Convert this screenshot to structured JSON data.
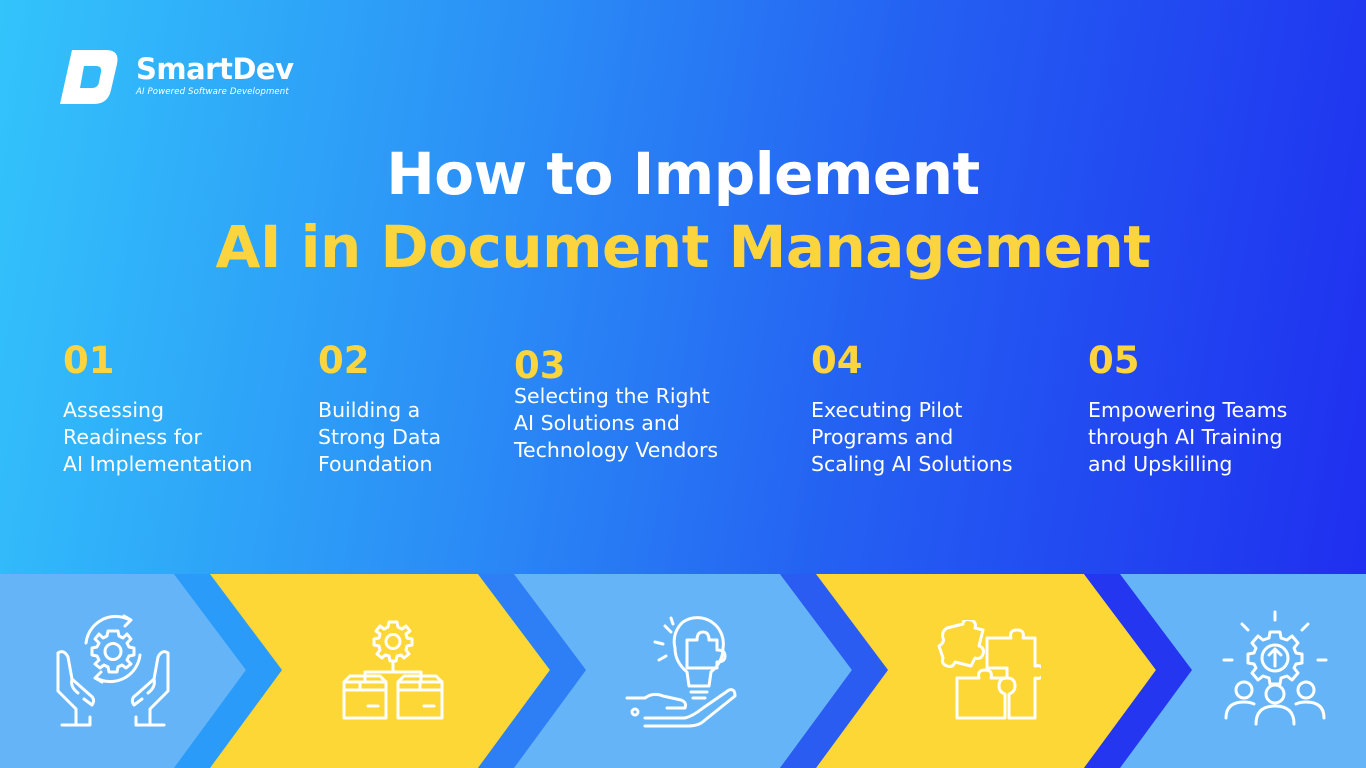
{
  "logo": {
    "name": "SmartDev",
    "tagline": "AI Powered Software Development"
  },
  "headline": {
    "line1": "How to Implement",
    "line2": "AI in Document Management"
  },
  "steps": [
    {
      "number": "01",
      "lines": [
        "Assessing",
        "Readiness for",
        "AI Implementation"
      ],
      "icon": "hands-gear-icon"
    },
    {
      "number": "02",
      "lines": [
        "Building a",
        "Strong Data",
        "Foundation"
      ],
      "icon": "gear-folders-icon"
    },
    {
      "number": "03",
      "lines": [
        "Selecting the Right",
        "AI Solutions and",
        "Technology Vendors"
      ],
      "icon": "lightbulb-puzzle-hand-icon"
    },
    {
      "number": "04",
      "lines": [
        "Executing Pilot",
        "Programs and",
        "Scaling AI Solutions"
      ],
      "icon": "puzzle-pieces-icon"
    },
    {
      "number": "05",
      "lines": [
        "Empowering Teams",
        "through AI Training",
        "and Upskilling"
      ],
      "icon": "team-gear-growth-icon"
    }
  ],
  "colors": {
    "accent_yellow": "#fcd53e",
    "light_blue": "#66b4f8",
    "bright_blue": "#2a9bf8",
    "deep_blue": "#1f2cf0"
  }
}
